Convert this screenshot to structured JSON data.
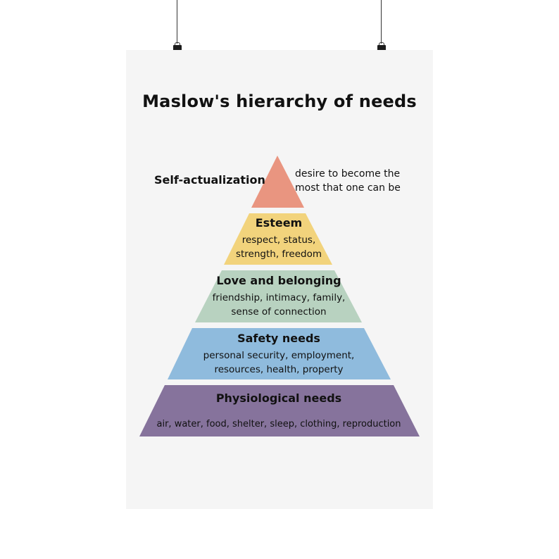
{
  "title": "Maslow's hierarchy of needs",
  "colors": {
    "self_actualization": "#e99580",
    "esteem": "#f2d37c",
    "love": "#b8d2c0",
    "safety": "#8fbbdd",
    "physiological": "#86739c",
    "poster": "#f5f5f5"
  },
  "levels": [
    {
      "title": "Self-actualization",
      "desc_lines": [
        "desire to become the",
        "most that one can be"
      ]
    },
    {
      "title": "Esteem",
      "desc_lines": [
        "respect, status,",
        "strength, freedom"
      ]
    },
    {
      "title": "Love and belonging",
      "desc_lines": [
        "friendship, intimacy, family,",
        "sense of connection"
      ]
    },
    {
      "title": "Safety needs",
      "desc_lines": [
        "personal security, employment,",
        "resources, health, property"
      ]
    },
    {
      "title": "Physiological needs",
      "desc_lines": [
        "air, water, food, shelter, sleep, clothing, reproduction"
      ]
    }
  ]
}
